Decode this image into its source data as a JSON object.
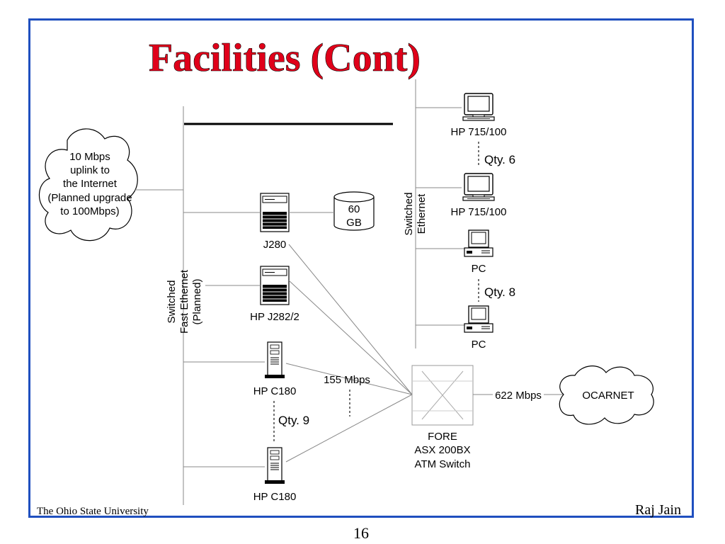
{
  "slide": {
    "title": "Facilities (Cont)",
    "footer_left": "The Ohio State University",
    "footer_right": "Raj Jain",
    "page_number": "16"
  },
  "cloud_left": [
    "10 Mbps",
    "uplink to",
    "the Internet",
    "(Planned upgrade",
    "to 100Mbps)"
  ],
  "cloud_right": "OCARNET",
  "backbone_left": [
    "Switched",
    "Fast Ethernet",
    "(Planned)"
  ],
  "backbone_right": [
    "Switched",
    "Ethernet"
  ],
  "servers": {
    "j280": "J280",
    "j282": "HP J282/2",
    "c180_top": "HP C180",
    "c180_bottom": "HP C180"
  },
  "storage": [
    "60",
    "GB"
  ],
  "workstations": {
    "ws1": "HP 715/100",
    "ws2": "HP 715/100",
    "ws_qty": "Qty. 6",
    "pc1": "PC",
    "pc2": "PC",
    "pc_qty": "Qty. 8"
  },
  "server_qty": "Qty. 9",
  "links": {
    "atm_speed": "155 Mbps",
    "ocarnet_speed": "622 Mbps"
  },
  "atm_switch": [
    "FORE",
    "ASX 200BX",
    "ATM Switch"
  ],
  "colors": {
    "title": "#e0001a",
    "frame": "#1f4fbf"
  },
  "icons": [
    "server-icon",
    "tower-server-icon",
    "disk-icon",
    "monitor-icon",
    "desktop-pc-icon",
    "cloud-icon",
    "atm-switch-icon"
  ]
}
